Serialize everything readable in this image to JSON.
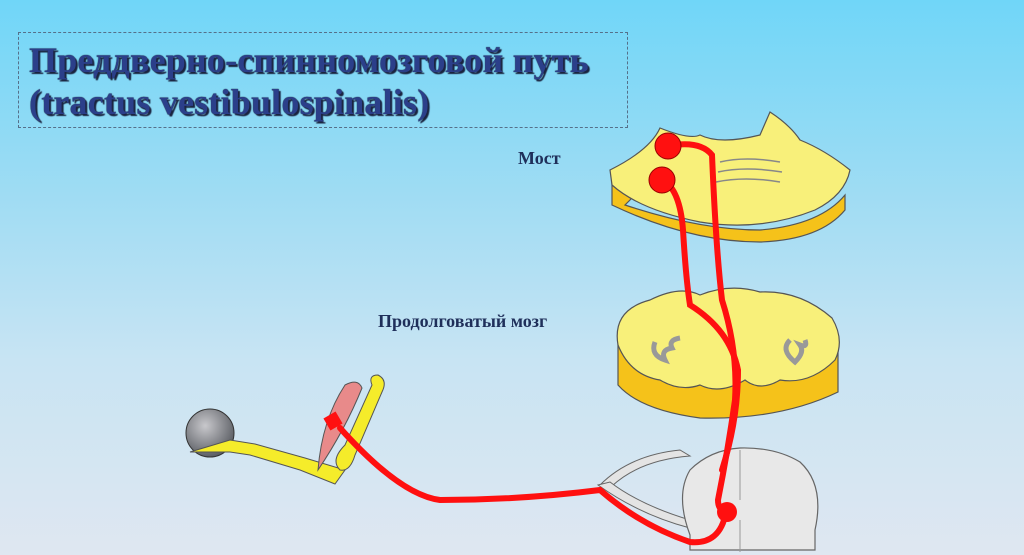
{
  "title": {
    "line1": "Преддверно-спинномозговой путь",
    "line2": "(tractus vestibulospinalis)"
  },
  "labels": {
    "pons": "Мост",
    "medulla": "Продолговатый мозг"
  },
  "colors": {
    "pathway": "#ff1010",
    "brain_tissue": "#f8f07a",
    "brain_side": "#f5c21a",
    "spinal_cord": "#e4e4e4",
    "title": "#2b3f8a"
  }
}
